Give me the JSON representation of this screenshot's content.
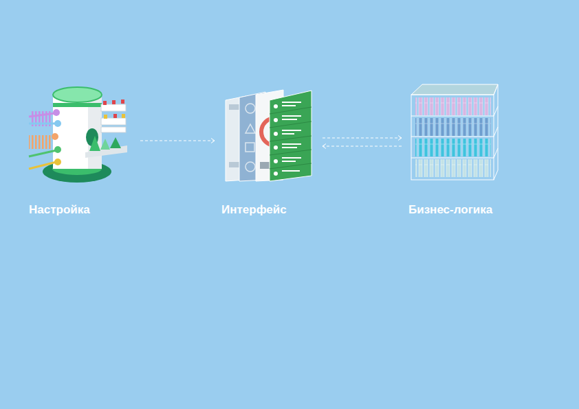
{
  "diagram": {
    "nodes": [
      {
        "text": [
          "Настройка"
        ]
      },
      {
        "text": [
          "Интерфейс"
        ]
      },
      {
        "text": [
          "Бизнес-логика"
        ]
      }
    ],
    "edges": [
      {
        "from": 0,
        "to": 1,
        "arrow": "to"
      },
      {
        "from": 1,
        "to": 2,
        "arrow": "to"
      },
      {
        "from": 2,
        "to": 1,
        "arrow": "to"
      }
    ]
  }
}
